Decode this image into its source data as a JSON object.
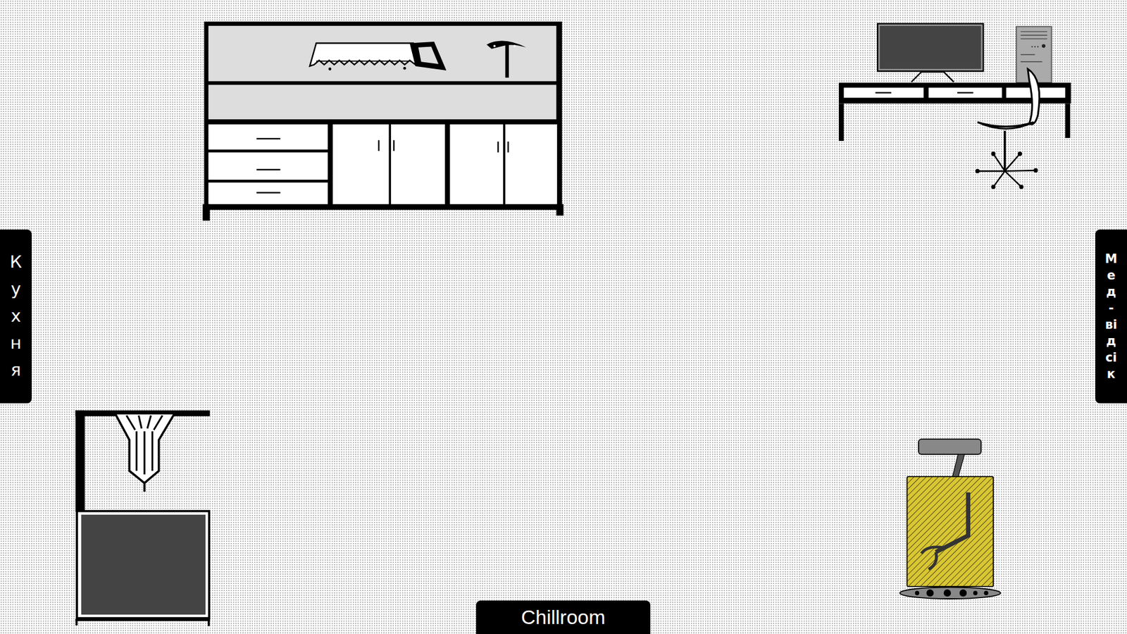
{
  "diagram": {
    "nodes": [
      {
        "text": [
          "Кухня"
        ]
      },
      {
        "text": [
          "Мед-відсік"
        ]
      },
      {
        "text": [
          "Chillroom"
        ]
      }
    ]
  }
}
